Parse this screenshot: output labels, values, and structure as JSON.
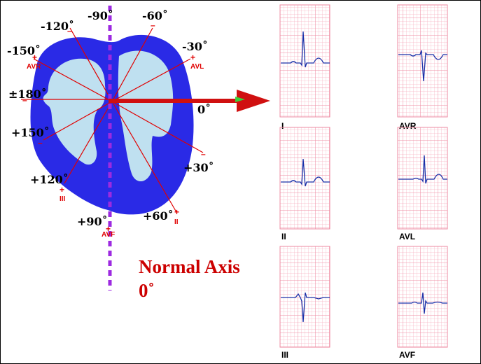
{
  "colors": {
    "heart_dark": "#2a2ae6",
    "heart_light": "#bfe0f0",
    "axis_red": "#d01010",
    "line_red": "#e00000",
    "dash_purple": "#9c2ae0",
    "grid_pink": "#f4a6b6",
    "ecg_trace": "#1a30a8"
  },
  "diagram": {
    "degree_labels": {
      "m90": "-90˚",
      "m120": "-120˚",
      "m60": "-60˚",
      "m150": "-150˚",
      "m30": "-30˚",
      "pm180": "±180˚",
      "zero": "0˚",
      "p150": "+150˚",
      "p30": "+30˚",
      "p120": "+120˚",
      "p90": "+90˚",
      "p60": "+60˚"
    },
    "lead_labels": {
      "avr": "AVR",
      "avl": "AVL",
      "iii": "III",
      "ii": "II",
      "avf": "AVF"
    },
    "plus_sign": "+",
    "minus_sign": "–",
    "title_line1": "Normal Axis",
    "title_line2": "0˚"
  },
  "ecg_strips": [
    {
      "id": "I",
      "label": "I"
    },
    {
      "id": "AVR",
      "label": "AVR"
    },
    {
      "id": "II",
      "label": "II"
    },
    {
      "id": "AVL",
      "label": "AVL"
    },
    {
      "id": "III",
      "label": "III"
    },
    {
      "id": "AVF",
      "label": "AVF"
    }
  ]
}
